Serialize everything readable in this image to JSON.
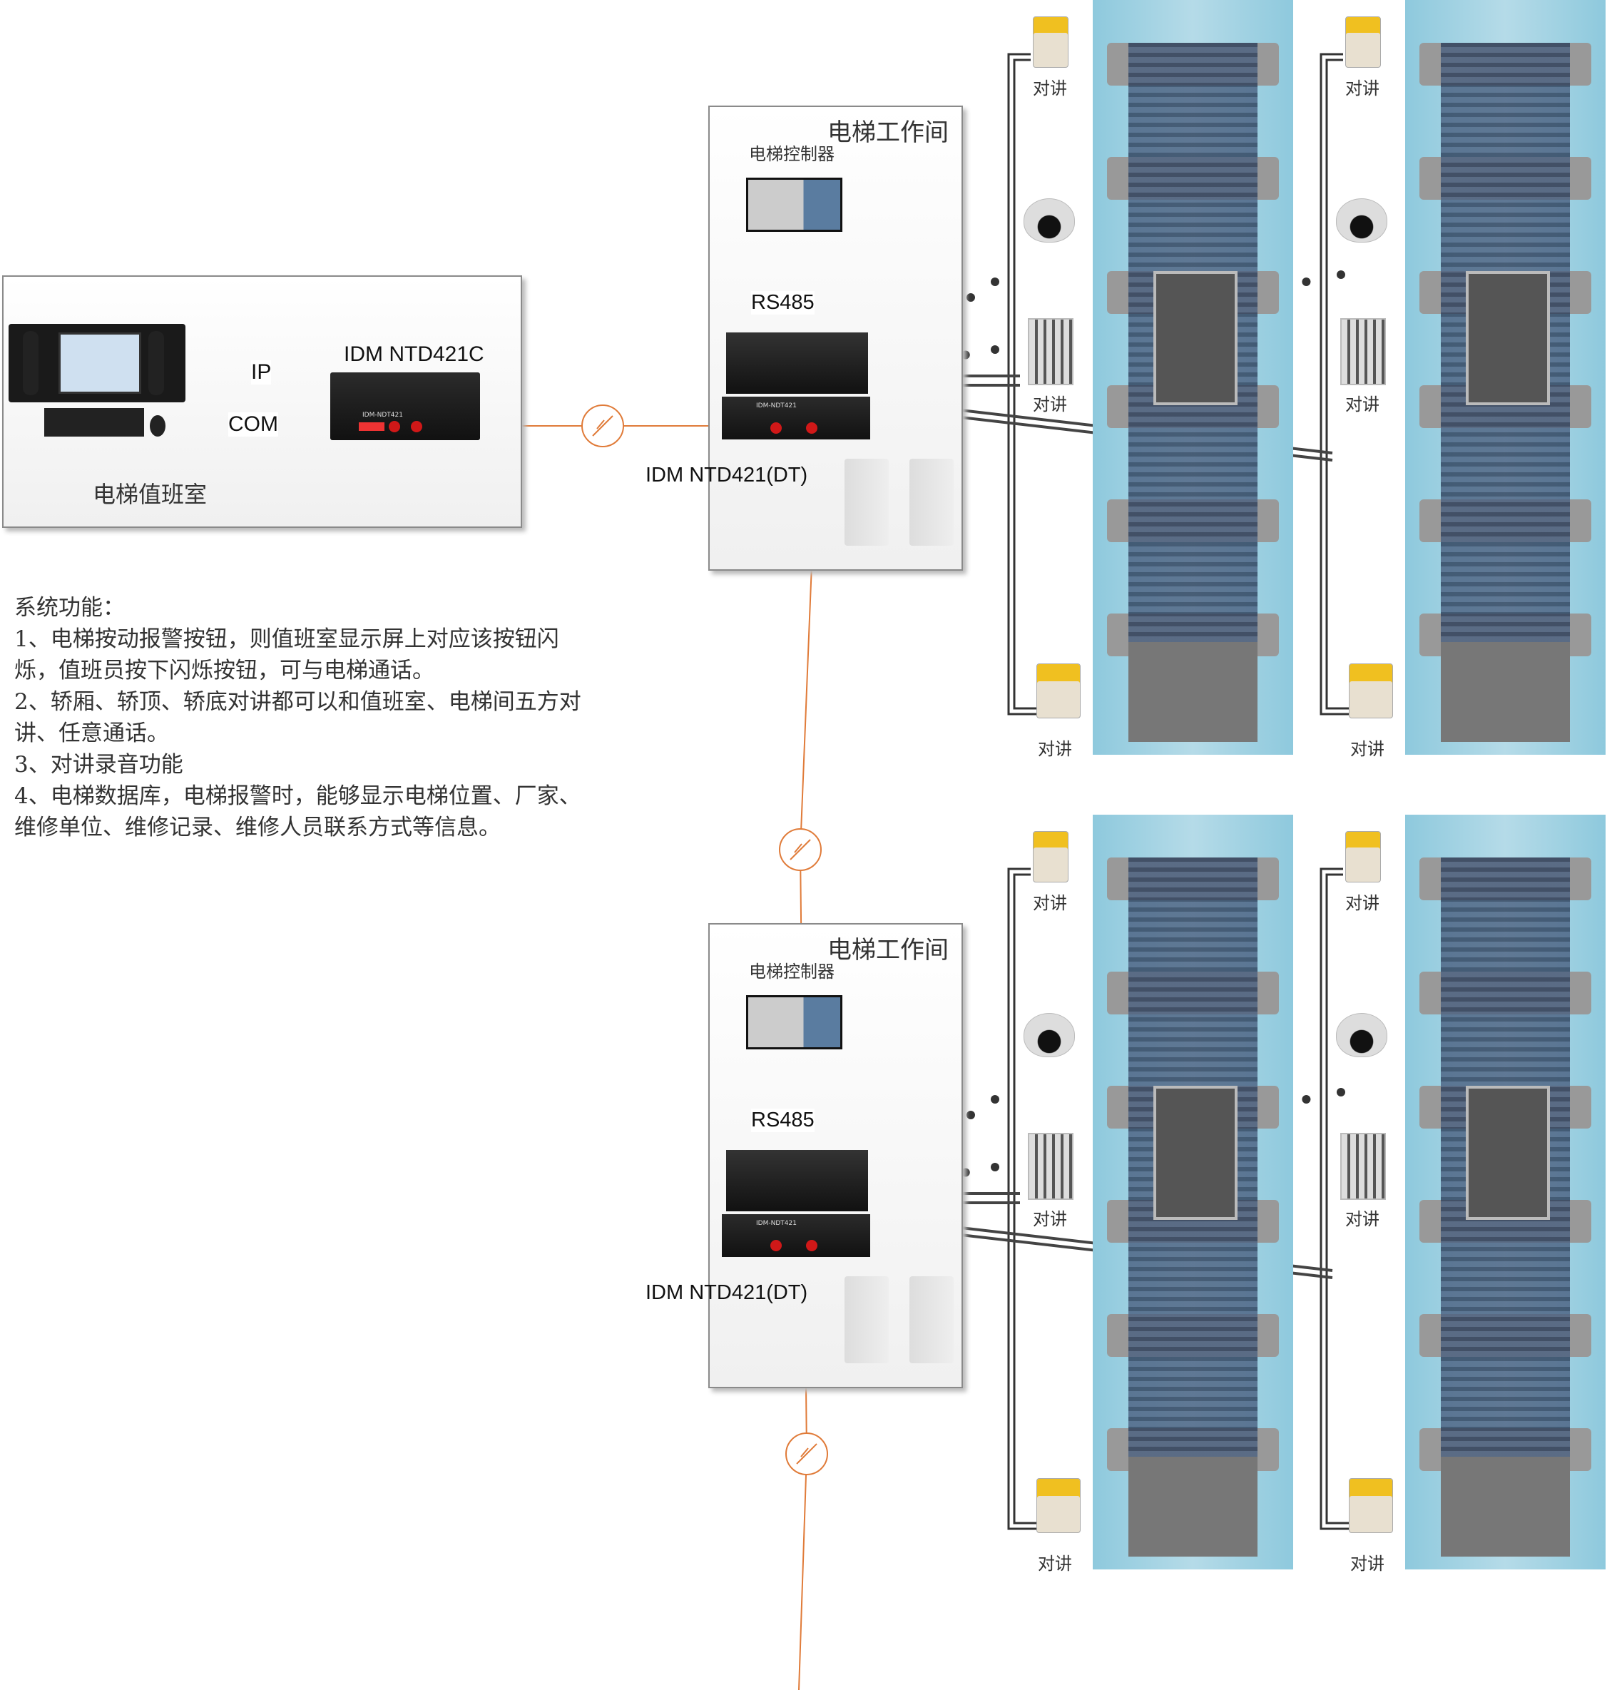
{
  "duty_room": {
    "label": "电梯值班室",
    "ip_label": "IP",
    "com_label": "COM",
    "device_label": "IDM NTD421C",
    "device_face_text": "IDM-NDT421"
  },
  "workrooms": [
    {
      "title": "电梯工作间",
      "controller_label": "电梯控制器",
      "rs485_label": "RS485",
      "device_label": "IDM NTD421(DT)",
      "device_face_text": "IDM-NDT421"
    },
    {
      "title": "电梯工作间",
      "controller_label": "电梯控制器",
      "rs485_label": "RS485",
      "device_label": "IDM NTD421(DT)",
      "device_face_text": "IDM-NDT421"
    }
  ],
  "intercom_label": "对讲",
  "functions": {
    "heading": "系统功能：",
    "lines": [
      "1、电梯按动报警按钮，则值班室显示屏上对应该按钮闪",
      "烁，值班员按下闪烁按钮，可与电梯通话。",
      "2、轿厢、轿顶、轿底对讲都可以和值班室、电梯间五方对",
      "讲、任意通话。",
      "3、对讲录音功能",
      "4、电梯数据库，电梯报警时，能够显示电梯位置、厂家、",
      "维修单位、维修记录、维修人员联系方式等信息。"
    ]
  },
  "colors": {
    "fiber": "#e07b39",
    "cable": "#3a3a3a",
    "shaft_sky": "#8ec9dd",
    "device_red": "#d01818"
  },
  "icons": [
    "dispatch-console-icon",
    "fiber-converter-icon",
    "elevator-controller-icon",
    "ip-camera-icon",
    "intercom-icon",
    "keypad-intercom-icon",
    "handset-icon",
    "elevator-shaft-icon"
  ]
}
